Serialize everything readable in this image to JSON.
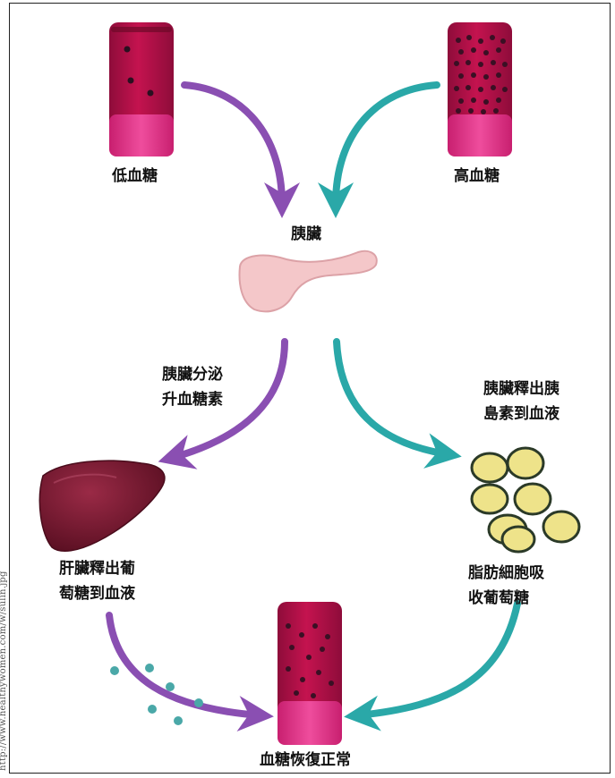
{
  "labels": {
    "low_sugar": "低血糖",
    "high_sugar": "高血糖",
    "pancreas": "胰臟",
    "pancreas_glucagon_1": "胰臟分泌",
    "pancreas_glucagon_2": "升血糖素",
    "pancreas_insulin_1": "胰臟釋出胰",
    "pancreas_insulin_2": "島素到血液",
    "liver_release_1": "肝臟釋出葡",
    "liver_release_2": "萄糖到血液",
    "fat_absorb_1": "脂肪細胞吸",
    "fat_absorb_2": "收葡萄糖",
    "normal_sugar": "血糖恢復正常"
  },
  "side_caption": "http://www.healthywomen.com/w/sulin.jpg",
  "colors": {
    "purple_arrow": "#8a4fb2",
    "teal_arrow": "#2aa8a8",
    "tube_red": "#c4134f",
    "tube_pink": "#e6338a",
    "pancreas": "#f4c7c9",
    "liver": "#7a1830",
    "fat_cell": "#eee38a"
  }
}
